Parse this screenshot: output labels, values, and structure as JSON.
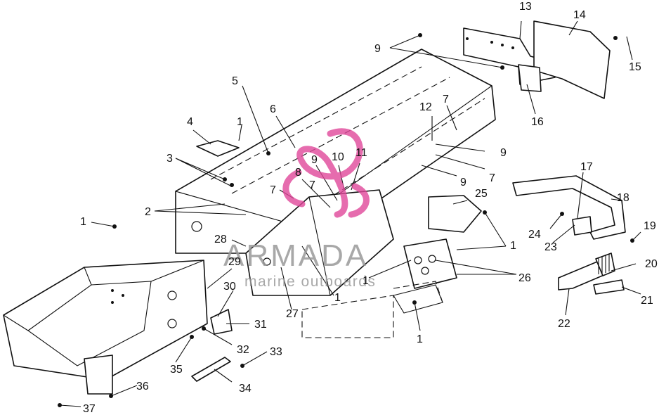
{
  "watermark": {
    "brand": "ARMADA",
    "tagline": "marine outboards",
    "logo_color": "#e0479a"
  },
  "callouts": [
    "1",
    "2",
    "3",
    "4",
    "5",
    "6",
    "7",
    "8",
    "9",
    "10",
    "11",
    "12",
    "13",
    "14",
    "15",
    "16",
    "17",
    "18",
    "19",
    "20",
    "21",
    "22",
    "23",
    "24",
    "25",
    "26",
    "27",
    "28",
    "29",
    "30",
    "31",
    "32",
    "33",
    "34",
    "35",
    "36",
    "37"
  ]
}
